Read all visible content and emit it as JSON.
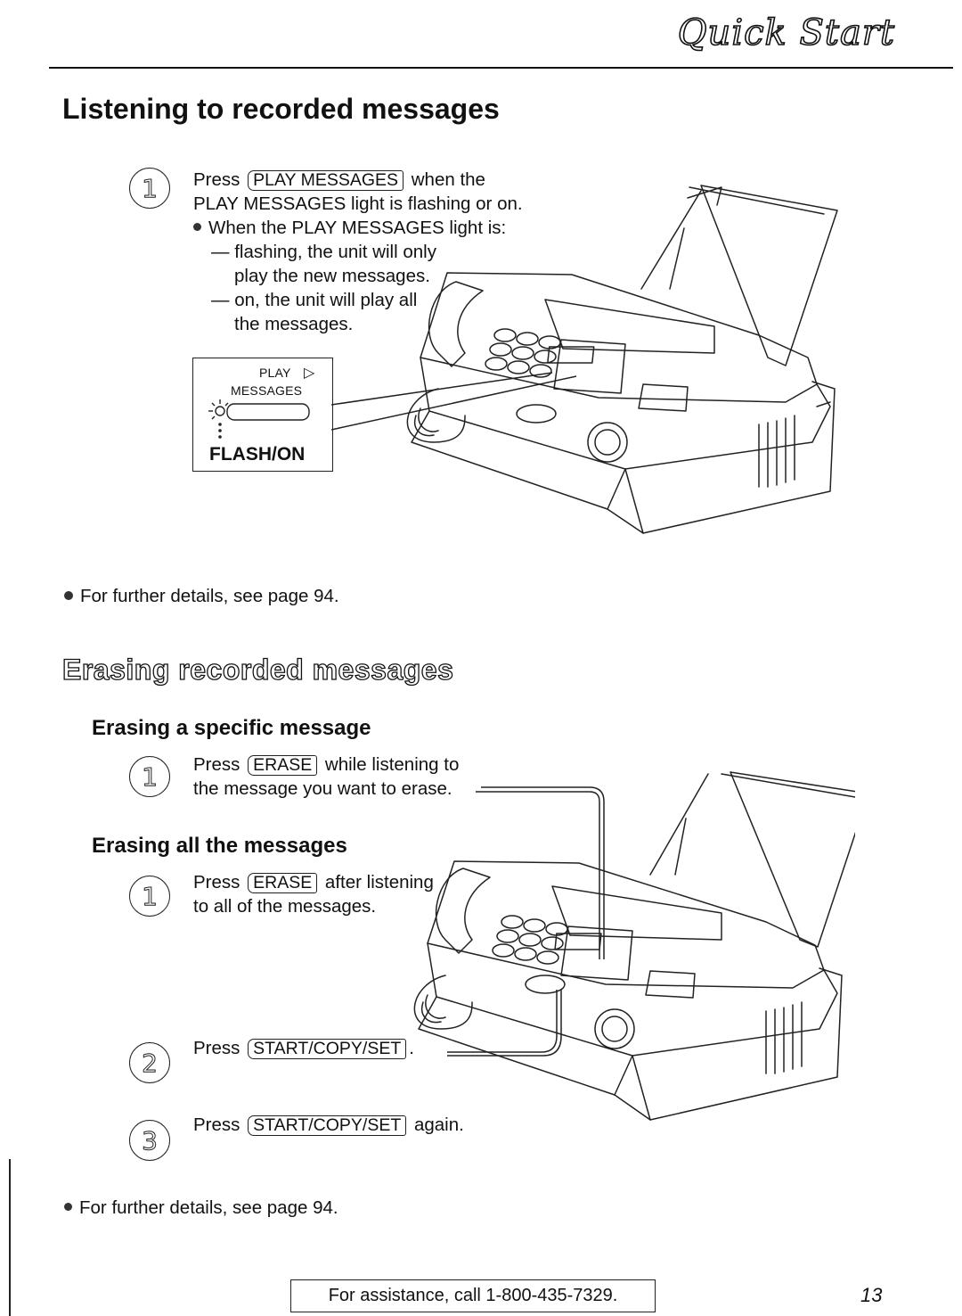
{
  "header": {
    "section_title": "Quick Start"
  },
  "listening": {
    "heading": "Listening to recorded messages",
    "step_number": "1",
    "line1_pre": "Press",
    "line1_key": "PLAY MESSAGES",
    "line1_post": "when the",
    "line2": "PLAY MESSAGES light is flashing or on.",
    "line3": "When the PLAY MESSAGES light is:",
    "line4": "— flashing, the unit will only",
    "line5": "play the new messages.",
    "line6": "— on, the unit will play all",
    "line7": "the messages.",
    "panel": {
      "play": "PLAY",
      "arrow": "▷",
      "messages": "MESSAGES",
      "flash_on": "FLASH/ON"
    },
    "further": "For further details, see page 94."
  },
  "erasing": {
    "heading": "Erasing recorded messages",
    "specific": {
      "heading": "Erasing a specific message",
      "step_number": "1",
      "line1_pre": "Press",
      "line1_key": "ERASE",
      "line1_post": "while listening to",
      "line2": "the message you want to erase."
    },
    "all": {
      "heading": "Erasing all the messages",
      "step1_number": "1",
      "step1_pre": "Press",
      "step1_key": "ERASE",
      "step1_post": "after listening",
      "step1_line2": "to all of the messages.",
      "step2_number": "2",
      "step2_pre": "Press",
      "step2_key": "START/COPY/SET",
      "step2_post": ".",
      "step3_number": "3",
      "step3_pre": "Press",
      "step3_key": "START/COPY/SET",
      "step3_post": "again."
    },
    "further": "For further details, see page 94."
  },
  "footer": {
    "assistance": "For assistance, call 1-800-435-7329.",
    "page_number": "13"
  }
}
